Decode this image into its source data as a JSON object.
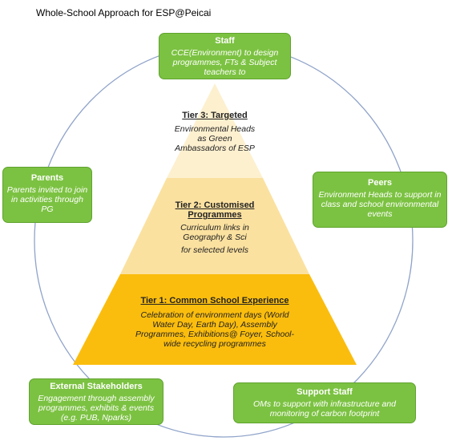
{
  "title": "Whole-School Approach for ESP@Peicai",
  "colors": {
    "box_green": "#7cc242",
    "tier1": "#fbbd0d",
    "tier2": "#fbe1a0",
    "tier3": "#fdf0cf",
    "circle": "#8fa3c9"
  },
  "stakeholders": {
    "staff": {
      "heading": "Staff",
      "text": "CCE(Environment) to design programmes, FTs & Subject teachers to"
    },
    "parents": {
      "heading": "Parents",
      "text": "Parents invited to join in activities through PG"
    },
    "peers": {
      "heading": "Peers",
      "text": "Environment Heads to support in class and school environmental events"
    },
    "external": {
      "heading": "External Stakeholders",
      "text": "Engagement through assembly programmes, exhibits & events (e.g. PUB, Nparks)"
    },
    "support": {
      "heading": "Support Staff",
      "text": "OMs to support with infrastructure and monitoring of carbon footprint"
    }
  },
  "tiers": {
    "tier3": {
      "heading": "Tier 3: Targeted",
      "text": "Environmental Heads as Green Ambassadors of ESP"
    },
    "tier2": {
      "heading": "Tier 2: Customised Programmes",
      "text": "Curriculum links in Geography & Sci",
      "text2": "for selected levels"
    },
    "tier1": {
      "heading": "Tier 1: Common School Experience",
      "text": "Celebration of environment days (World Water Day, Earth Day), Assembly Programmes, Exhibitions@ Foyer, School-wide recycling programmes"
    }
  }
}
